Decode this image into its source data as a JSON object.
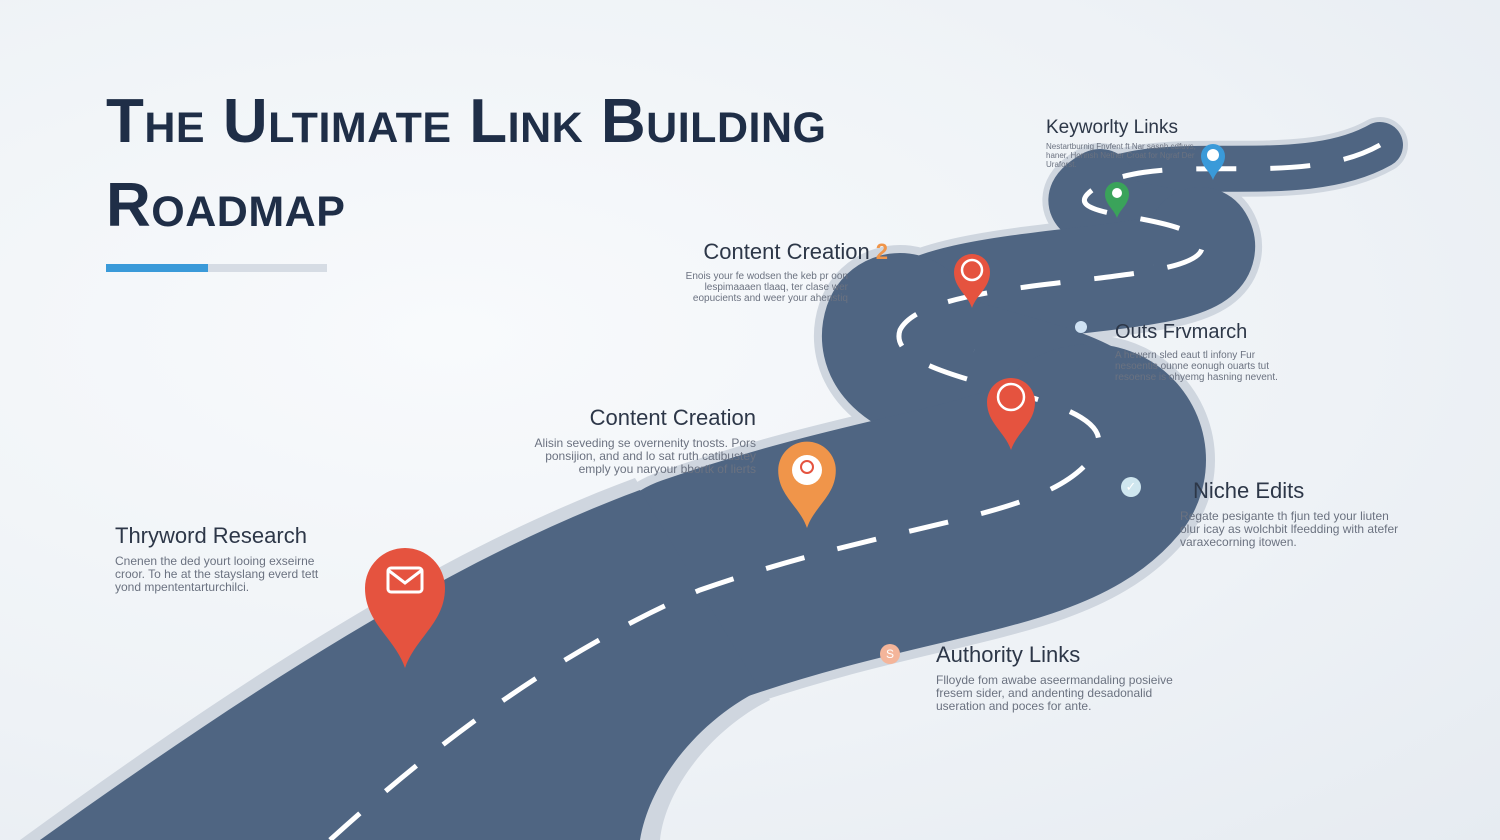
{
  "title": "The Ultimate Link Building Roadmap",
  "progress": 0.46,
  "colors": {
    "road": "#4f6582",
    "edge": "#cfd6df",
    "accent": "#3a9ad9",
    "red": "#e5533f",
    "orange": "#f0954a",
    "green": "#3aa35a",
    "blue": "#3a9ad9"
  },
  "steps": [
    {
      "title": "Thryword Research",
      "text": "Cnenen the ded yourt looing exseirne croor. To he at the stayslang everd tett yond mpententarturchilci.",
      "icon": "mail-icon"
    },
    {
      "title": "Content Creation",
      "text": "Alisin seveding se overnenity tnosts. Pors ponsijion, and and lo sat ruth catibustey emply you naryour bbortk of lierts",
      "icon": "people-icon"
    },
    {
      "title": "Content Creation",
      "number": "2",
      "text": "Enois your fe wodsen the keb pr oon lespimaaaen tlaaq, ter clase wer eopucients and weer your ahenstiq",
      "icon": "globe-icon"
    },
    {
      "title": "Keyworlty Links",
      "text": "Nestartburnig Fnvfent ft Nar sasnh cdfuvs, haner, Honnsh Nether Croat for Ngraf Der Uraforst.",
      "icon": "pin-icon"
    },
    {
      "title": "Outs Frvmarch",
      "text": "A hewern sled eaut tl infony Fur nesoentis ounne eonugh ouarts tut resoense is ohyemg hasning nevent.",
      "icon": "circle-icon"
    },
    {
      "title": "Niche Edits",
      "text": "Regate pesigante th fjun ted your liuten olur icay as wolchbit lfeedding with atefer varaxecorning itowen.",
      "icon": "check-icon"
    },
    {
      "title": "Authority Links",
      "text": "Flloyde fom awabe aseermandaling posieive fresem sider, and andenting desadonalid useration and poces for ante.",
      "icon": "s-icon"
    }
  ]
}
